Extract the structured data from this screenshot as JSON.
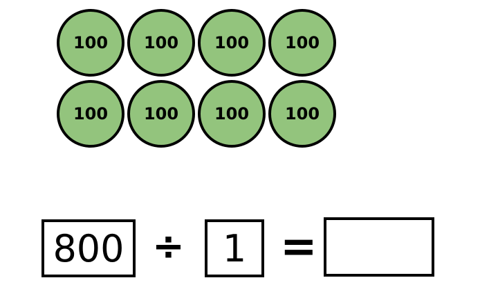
{
  "counters": {
    "fill_color": "#93c47d",
    "border_color": "#000000",
    "items": [
      {
        "label": "100"
      },
      {
        "label": "100"
      },
      {
        "label": "100"
      },
      {
        "label": "100"
      },
      {
        "label": "100"
      },
      {
        "label": "100"
      },
      {
        "label": "100"
      },
      {
        "label": "100"
      }
    ]
  },
  "equation": {
    "dividend": "800",
    "divide_operator": "÷",
    "divisor": "1",
    "equals_operator": "=",
    "answer": ""
  }
}
